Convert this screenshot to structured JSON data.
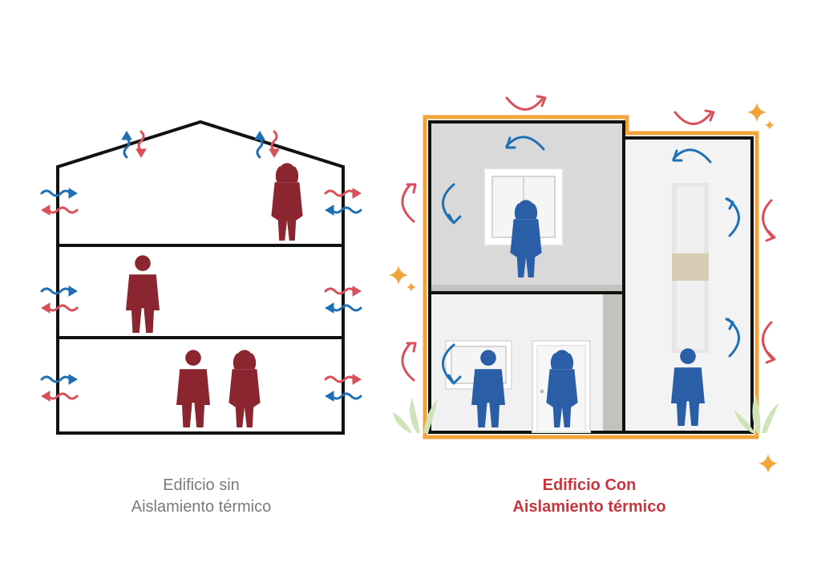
{
  "captions": {
    "left": {
      "line1": "Edificio sin",
      "line2": "Aislamiento térmico"
    },
    "right": {
      "line1": "Edificio Con",
      "line2": "Aislamiento térmico"
    }
  },
  "colors": {
    "hot": "#d9505a",
    "cold": "#1f6fb5",
    "person_uninsulated": "#8b2530",
    "person_insulated": "#2a5fa8",
    "insulation": "#f2a33a",
    "wall": "#111111",
    "sparkle": "#f2a33a",
    "interior_gray": "#d9d9d9",
    "interior_light": "#efefef"
  },
  "icons": [
    "heat-wave-arrow-icon",
    "cold-wave-arrow-icon",
    "circular-arrow-icon",
    "person-icon",
    "sparkle-icon",
    "plant-icon"
  ]
}
